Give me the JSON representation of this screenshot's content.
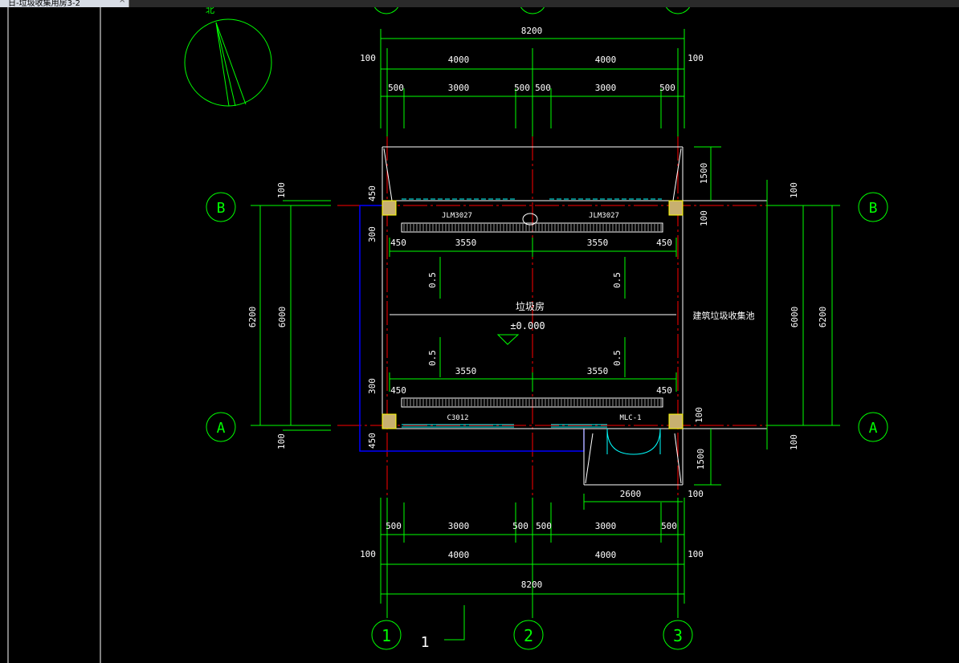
{
  "tab": {
    "title": "日-垃圾收集用房3-2",
    "close": "×"
  },
  "colors": {
    "background": "#000000",
    "dimension": "#00ff00",
    "axis_line": "#ff0000",
    "wall": "#ffffff",
    "window": "#00ffff",
    "slab_outline": "#0000ff",
    "column": "#c8b070"
  },
  "north_arrow": {
    "label": "北"
  },
  "axes": {
    "vertical": [
      "1",
      "2",
      "3"
    ],
    "horizontal": [
      "A",
      "B"
    ]
  },
  "top_dims": {
    "total": "8200",
    "overhang_left": "100",
    "overhang_right": "100",
    "bay_1": "4000",
    "bay_2": "4000",
    "sub_1": "500",
    "sub_2": "3000",
    "sub_3": "500",
    "sub_4": "500",
    "sub_5": "3000",
    "sub_6": "500"
  },
  "bottom_dims": {
    "total": "8200",
    "overhang_left": "100",
    "overhang_right": "100",
    "bay_1": "4000",
    "bay_2": "4000",
    "sub_1": "500",
    "sub_2": "3000",
    "sub_3": "500",
    "sub_4": "500",
    "sub_5": "3000",
    "sub_6": "500",
    "porch": "2600",
    "porch_side": "100"
  },
  "left_dims": {
    "top": "100",
    "top_edge": "450",
    "inner": "6000",
    "total": "6200",
    "bottom": "100",
    "bottom_edge": "450",
    "slab_top": "300",
    "slab_bottom": "300"
  },
  "right_dims": {
    "upper_canopy": "1500",
    "top": "100",
    "inner": "6000",
    "total": "6200",
    "top_b": "100",
    "bottom_a": "100",
    "bottom": "100",
    "lower_canopy": "1500"
  },
  "inner_dims": {
    "top_left_edge": "450",
    "top_left": "3550",
    "top_right": "3550",
    "top_right_edge": "450",
    "bottom_left_edge": "450",
    "bottom_left": "3550",
    "bottom_right": "3550",
    "bottom_right_edge": "450"
  },
  "labels": {
    "room_name": "垃圾房",
    "elevation": "±0.000",
    "right_note": "建筑垃圾收集池",
    "window_top_left": "JLM3027",
    "window_top_right": "JLM3027",
    "window_bottom": "C3012",
    "door": "MLC-1",
    "slope_1": "0.5",
    "slope_2": "0.5",
    "slope_3": "0.5",
    "slope_4": "0.5",
    "section_mark": "1"
  }
}
